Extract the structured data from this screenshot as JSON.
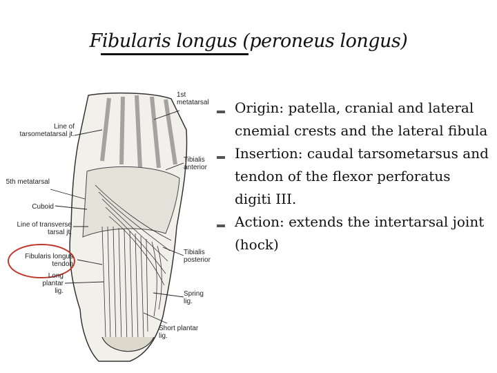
{
  "slide": {
    "title_underlined": "Fibularis longus (",
    "title_rest": "peroneus longus)"
  },
  "figure": {
    "labels": {
      "first_metatarsal": "1st metatarsal",
      "line_tarsometatarsal": "Line of tarsometatarsal jt.",
      "tibialis_anterior": "Tibialis anterior",
      "fifth_metatarsal": "5th metatarsal",
      "cuboid": "Cuboid",
      "line_transverse_tarsal": "Line of transverse tarsal jt.",
      "fibularis_longus_tendon": "Fibularis longus tendon",
      "tibialis_posterior": "Tibialis posterior",
      "long_plantar_lig": "Long plantar lig.",
      "spring_lig": "Spring lig.",
      "short_plantar_lig": "Short plantar lig."
    },
    "highlight_color": "#c0392b"
  },
  "bullets": [
    {
      "text": "Origin: patella, cranial and lateral cnemial crests and the lateral fibula"
    },
    {
      "text": "Insertion: caudal tarsometarsus and tendon of the flexor perforatus digiti III."
    },
    {
      "text": "Action: extends the intertarsal joint (hock)"
    }
  ]
}
